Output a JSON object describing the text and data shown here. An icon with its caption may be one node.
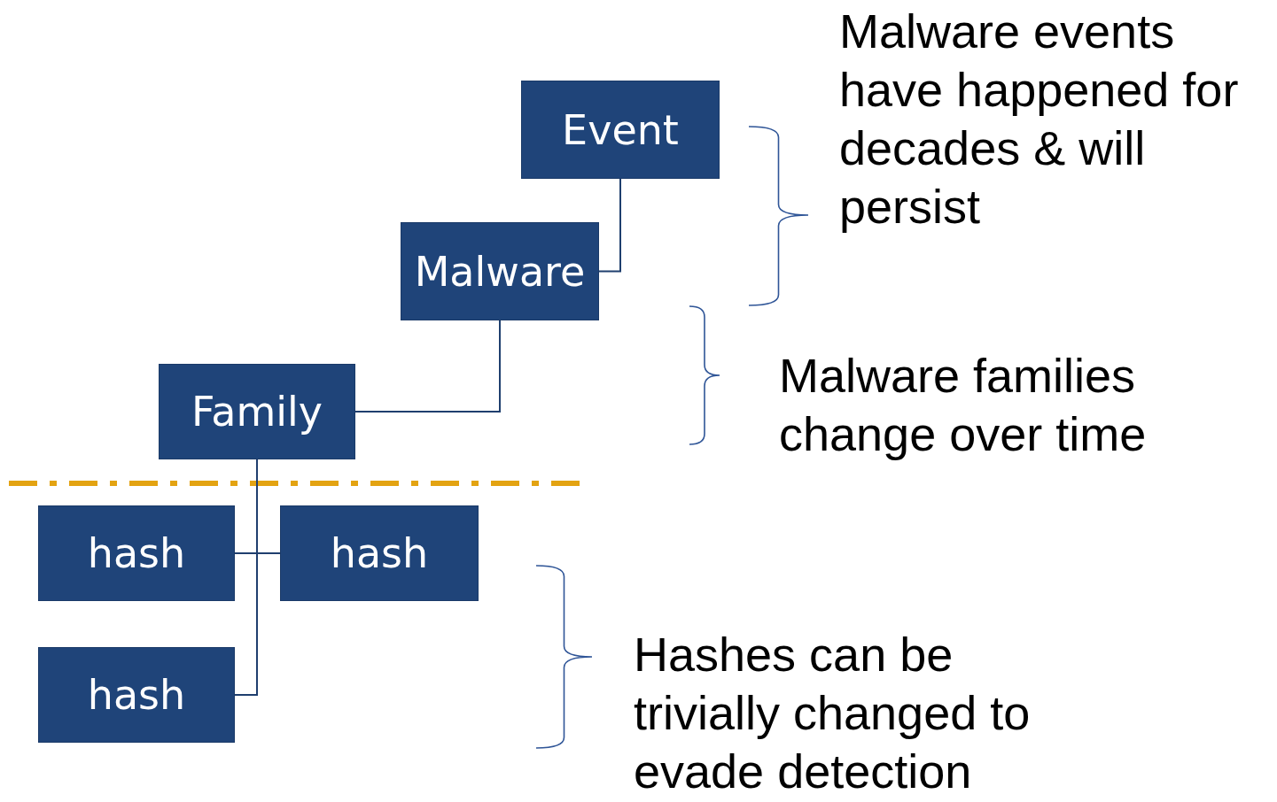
{
  "diagram": {
    "nodes": [
      {
        "text": [
          "Event"
        ]
      },
      {
        "text": [
          "Malware"
        ]
      },
      {
        "text": [
          "Family"
        ]
      },
      {
        "text": [
          "hash"
        ]
      },
      {
        "text": [
          "hash"
        ]
      },
      {
        "text": [
          "hash"
        ]
      }
    ],
    "edges": [
      {
        "from": 0,
        "to": 1,
        "arrow": "none"
      },
      {
        "from": 1,
        "to": 2,
        "arrow": "none"
      },
      {
        "from": 2,
        "to": 3,
        "arrow": "none"
      },
      {
        "from": 2,
        "to": 4,
        "arrow": "none"
      },
      {
        "from": 2,
        "to": 5,
        "arrow": "none"
      }
    ],
    "labels": [
      "Malware events have happened for decades & will persist",
      "Malware families change over time",
      "Hashes can be trivially changed to evade detection"
    ]
  }
}
